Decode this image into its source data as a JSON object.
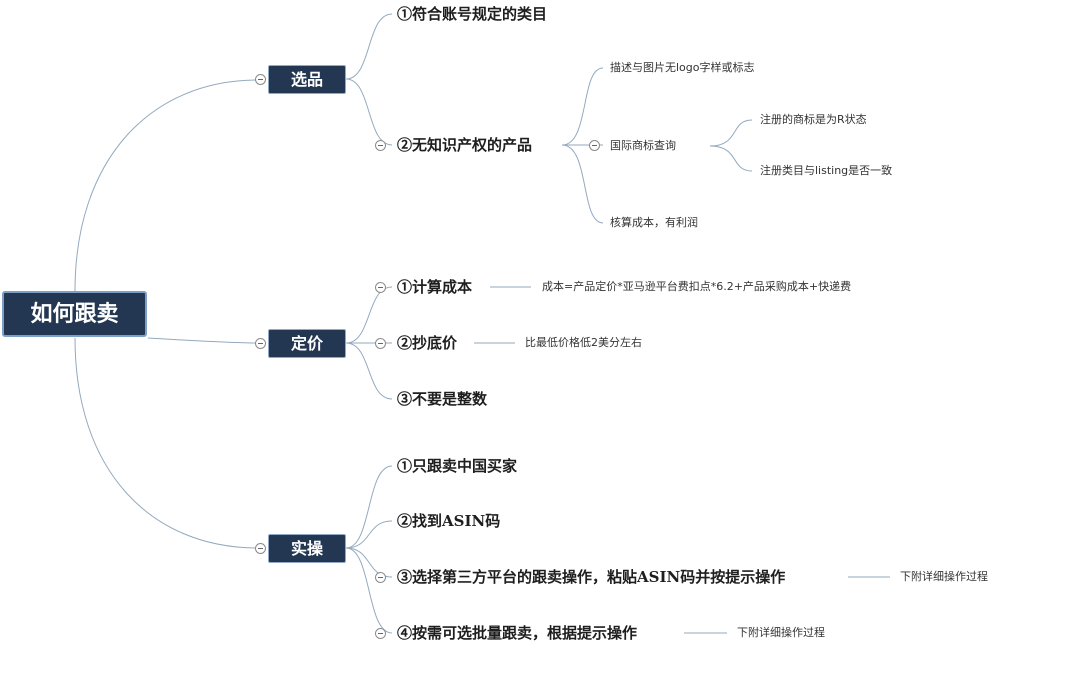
{
  "root": {
    "label": "如何跟卖"
  },
  "branches": {
    "selection": {
      "label": "选品",
      "item1": "①符合账号规定的类目",
      "item2": "②无知识产权的产品",
      "desc": "描述与图片无logo字样或标志",
      "trademark": "国际商标查询",
      "tm1": "注册的商标是为R状态",
      "tm2": "注册类目与listing是否一致",
      "cost": "核算成本，有利润"
    },
    "pricing": {
      "label": "定价",
      "item1": "①计算成本",
      "item1_note": "成本=产品定价*亚马逊平台费扣点*6.2+产品采购成本+快递费",
      "item2": "②抄底价",
      "item2_note": "比最低价格低2美分左右",
      "item3": "③不要是整数"
    },
    "practice": {
      "label": "实操",
      "item1": "①只跟卖中国买家",
      "item2": "②找到ASIN码",
      "item3": "③选择第三方平台的跟卖操作，粘贴ASIN码并按提示操作",
      "item3_note": "下附详细操作过程",
      "item4": "④按需可选批量跟卖，根据提示操作",
      "item4_note": "下附详细操作过程"
    }
  },
  "colors": {
    "node_fill": "#233652",
    "connector": "#93a9bf"
  }
}
